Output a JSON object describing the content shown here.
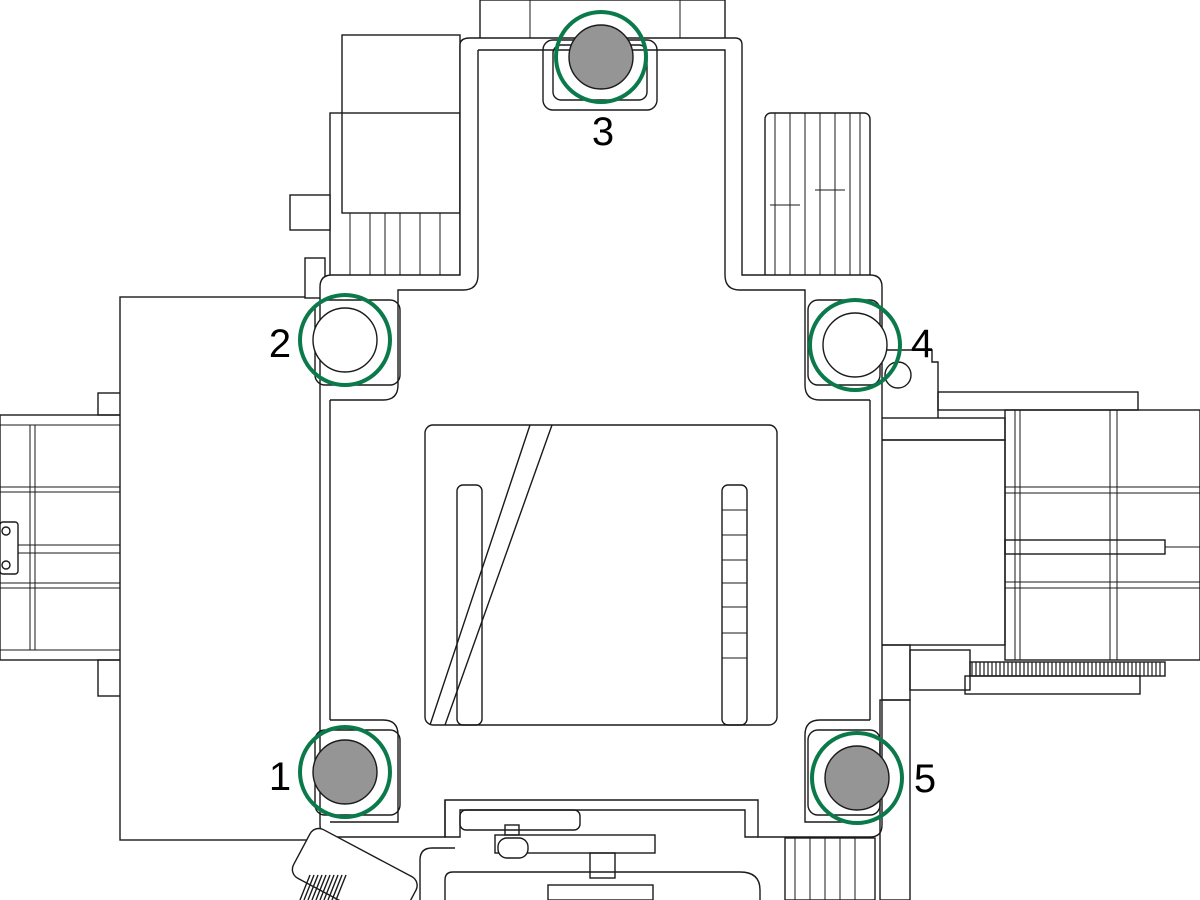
{
  "figure": {
    "description_labels": [
      "1",
      "2",
      "3",
      "4",
      "5"
    ]
  },
  "callouts": [
    {
      "label": "1",
      "screw": "filled",
      "icon": "mounting-screw-icon"
    },
    {
      "label": "2",
      "screw": "empty",
      "icon": "mounting-hole-icon"
    },
    {
      "label": "3",
      "screw": "filled",
      "icon": "mounting-screw-icon"
    },
    {
      "label": "4",
      "screw": "empty",
      "icon": "mounting-hole-icon"
    },
    {
      "label": "5",
      "screw": "filled",
      "icon": "mounting-screw-icon"
    }
  ],
  "colors": {
    "highlight_ring": "#0b7a4b",
    "screw_fill": "#959595",
    "line": "#1a1a1a",
    "background": "#ffffff"
  }
}
